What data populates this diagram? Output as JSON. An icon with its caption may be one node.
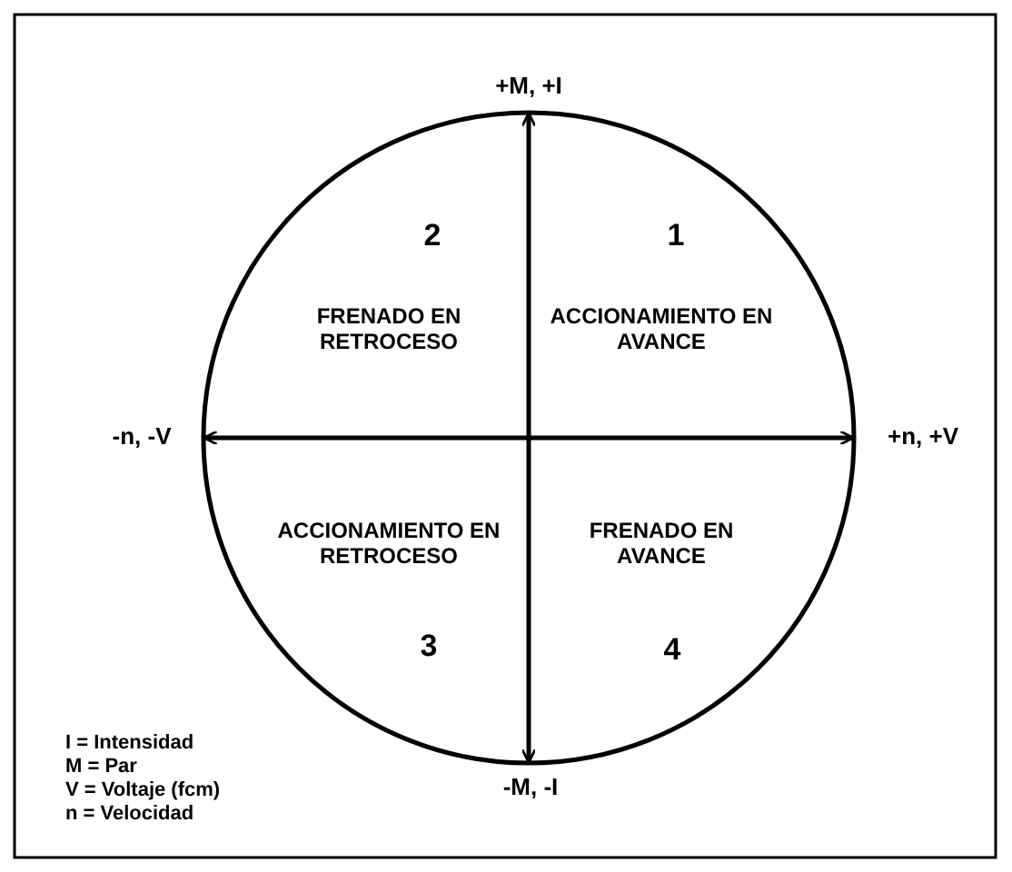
{
  "diagram": {
    "labels": [
      "+M, +I",
      "2",
      "1",
      "FRENADO EN RETROCESO",
      "ACCIONAMIENTO EN AVANCE",
      "-n, -V",
      "+n, +V",
      "ACCIONAMIENTO EN RETROCESO",
      "FRENADO EN AVANCE",
      "3",
      "4",
      "-M, -I",
      "I = Intensidad",
      "M = Par",
      "V = Voltaje (fcm)",
      "n = Velocidad"
    ]
  }
}
